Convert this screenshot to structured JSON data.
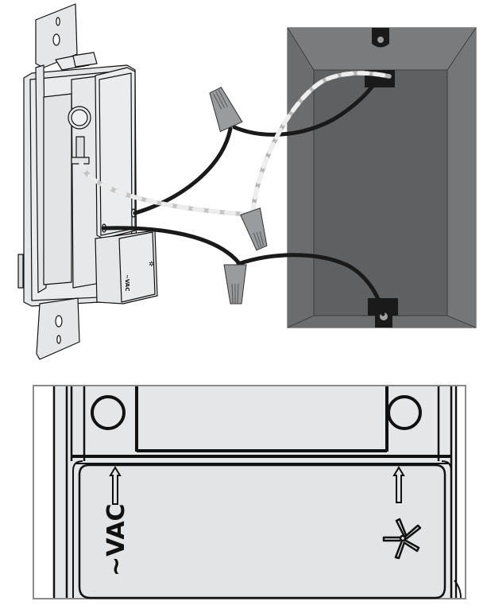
{
  "figure": {
    "type": "wiring-diagram",
    "panels": [
      {
        "id": "installation-view",
        "description": "Switch with ground wire, two black leads, wire nuts, and wall box"
      },
      {
        "id": "terminal-detail",
        "description": "Close-up of terminal labels on switch side"
      }
    ]
  },
  "labels": {
    "line_terminal": "~VAC",
    "load_terminal_icon": "fan-icon"
  },
  "colors": {
    "background": "#ffffff",
    "switch_body": "#e4e6e7",
    "outline": "#111111",
    "wall_box_outer": "#737475",
    "wall_box_inner": "#5f6061",
    "wall_box_bevel": "#6a6b6c",
    "wire_black": "#1a1a1a",
    "wire_ground_light": "#e6e6e6",
    "wire_ground_dark": "#b9b9b9",
    "wire_nut": "#9a9b9d",
    "detail_frame": "#8a8a8a"
  }
}
